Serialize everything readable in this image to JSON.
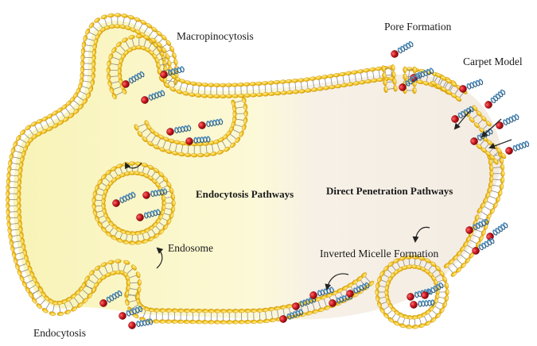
{
  "labels": {
    "macropinocytosis": "Macropinocytosis",
    "pore_formation": "Pore Formation",
    "carpet_model": "Carpet Model",
    "endocytosis_pathways": "Endocytosis Pathways",
    "direct_penetration_pathways": "Direct Penetration Pathways",
    "endosome": "Endosome",
    "inverted_micelle_formation": "Inverted Micelle Formation",
    "endocytosis": "Endocytosis"
  },
  "colors": {
    "lipid_head": "#f2c21a",
    "lipid_head_edge": "#c98f08",
    "lipid_tail": "#8a8a8a",
    "peptide_sphere": "#c8141e",
    "peptide_helix": "#4a86b4",
    "cytoplasm_left": "#fbf7c2",
    "cytoplasm_right": "#f4ede3",
    "arrow": "#222222"
  },
  "icons": [
    "lipid-bilayer",
    "peptide-icon",
    "curved-arrow-icon",
    "straight-arrow-icon"
  ]
}
